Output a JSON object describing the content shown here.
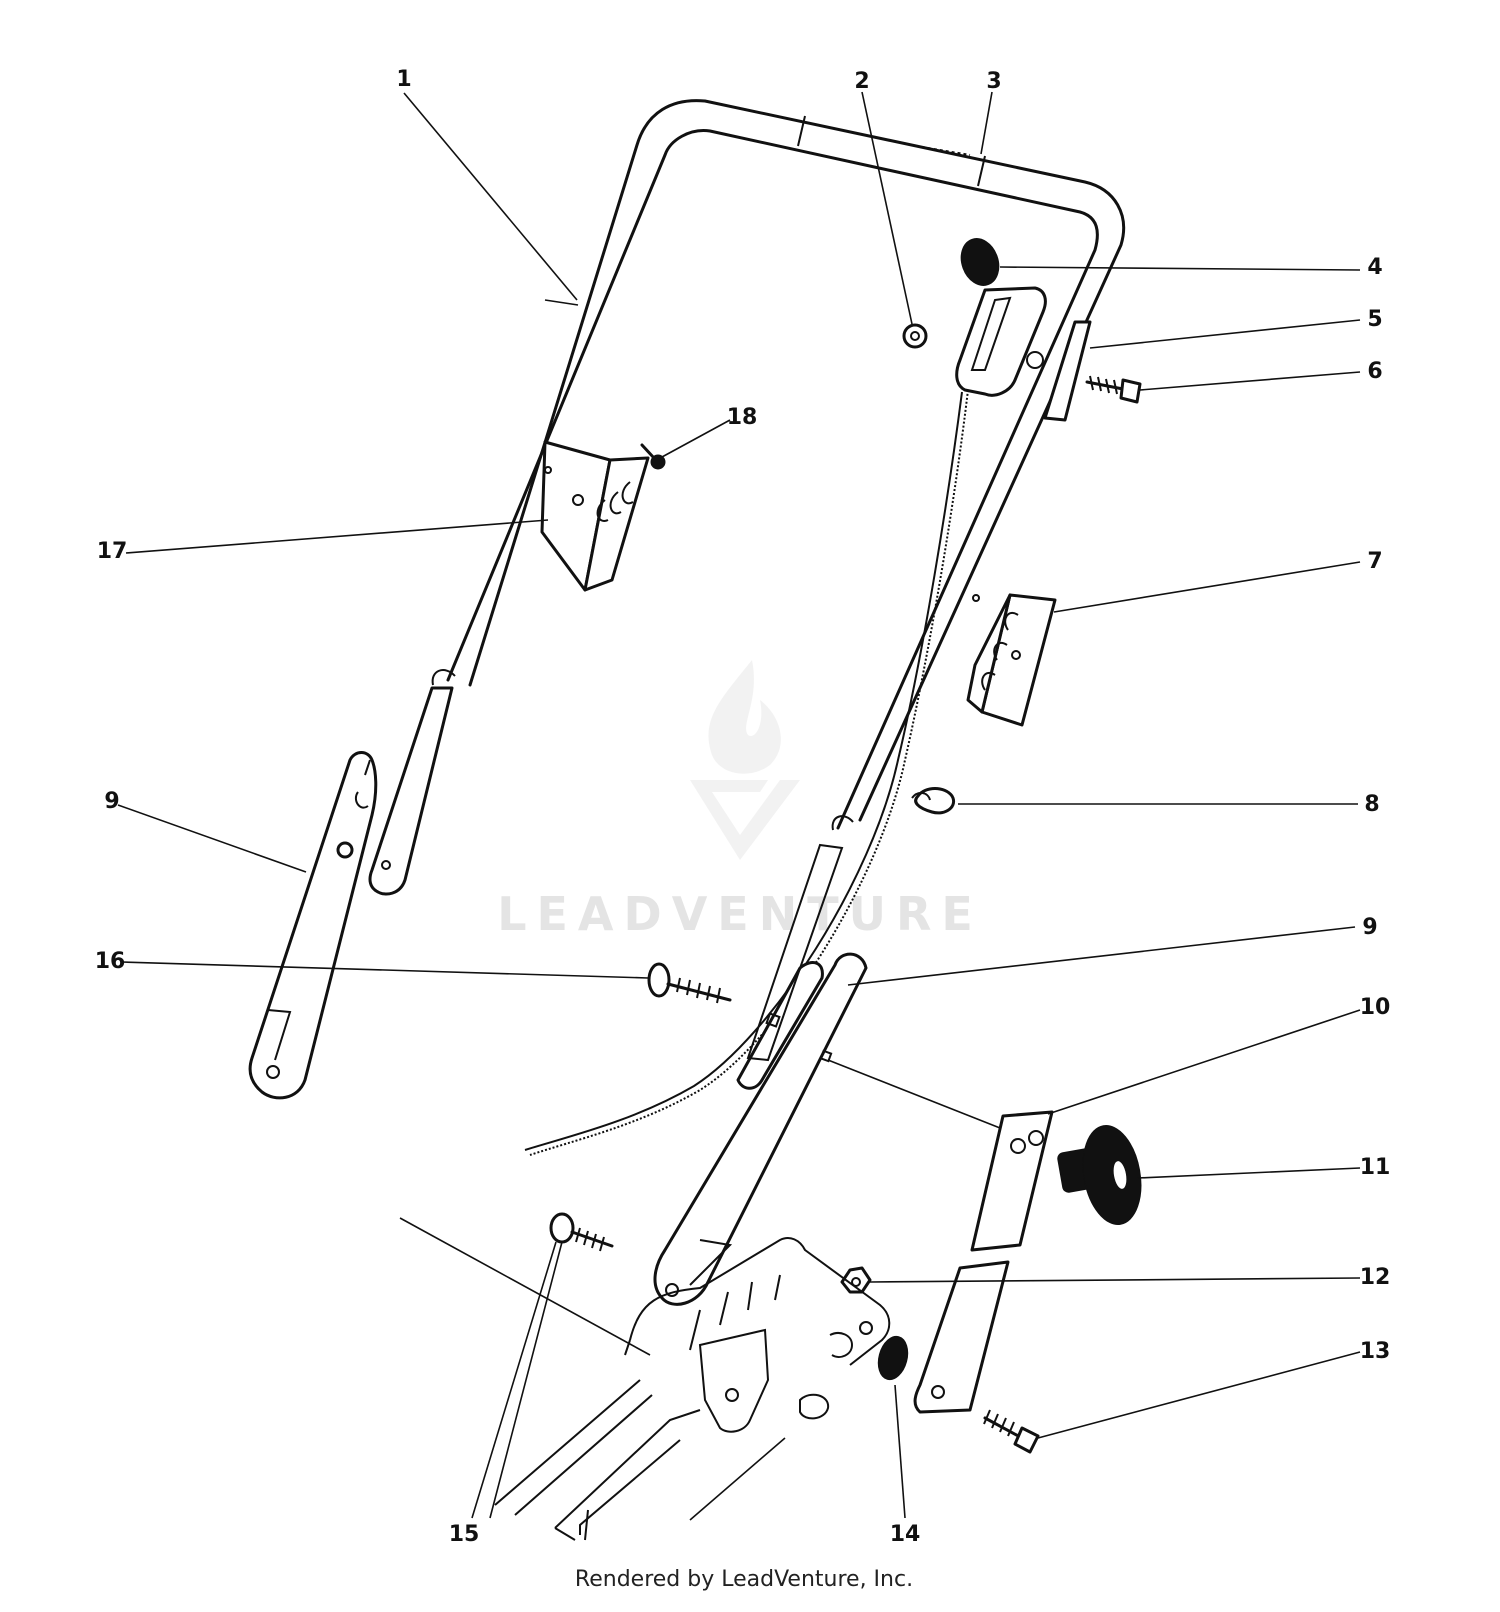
{
  "diagram": {
    "labels": [
      {
        "id": "l1",
        "text": "1"
      },
      {
        "id": "l2",
        "text": "2"
      },
      {
        "id": "l3",
        "text": "3"
      },
      {
        "id": "l4",
        "text": "4"
      },
      {
        "id": "l5",
        "text": "5"
      },
      {
        "id": "l6",
        "text": "6"
      },
      {
        "id": "l7",
        "text": "7"
      },
      {
        "id": "l8",
        "text": "8"
      },
      {
        "id": "l9a",
        "text": "9"
      },
      {
        "id": "l9b",
        "text": "9"
      },
      {
        "id": "l10",
        "text": "10"
      },
      {
        "id": "l11",
        "text": "11"
      },
      {
        "id": "l12",
        "text": "12"
      },
      {
        "id": "l13",
        "text": "13"
      },
      {
        "id": "l14",
        "text": "14"
      },
      {
        "id": "l15",
        "text": "15"
      },
      {
        "id": "l16",
        "text": "16"
      },
      {
        "id": "l17",
        "text": "17"
      },
      {
        "id": "l18",
        "text": "18"
      }
    ],
    "watermark": "LEADVENTURE",
    "credit": "Rendered by LeadVenture, Inc."
  },
  "colors": {
    "line": "#111111",
    "background": "#ffffff",
    "watermark": "#e4e4e4"
  }
}
